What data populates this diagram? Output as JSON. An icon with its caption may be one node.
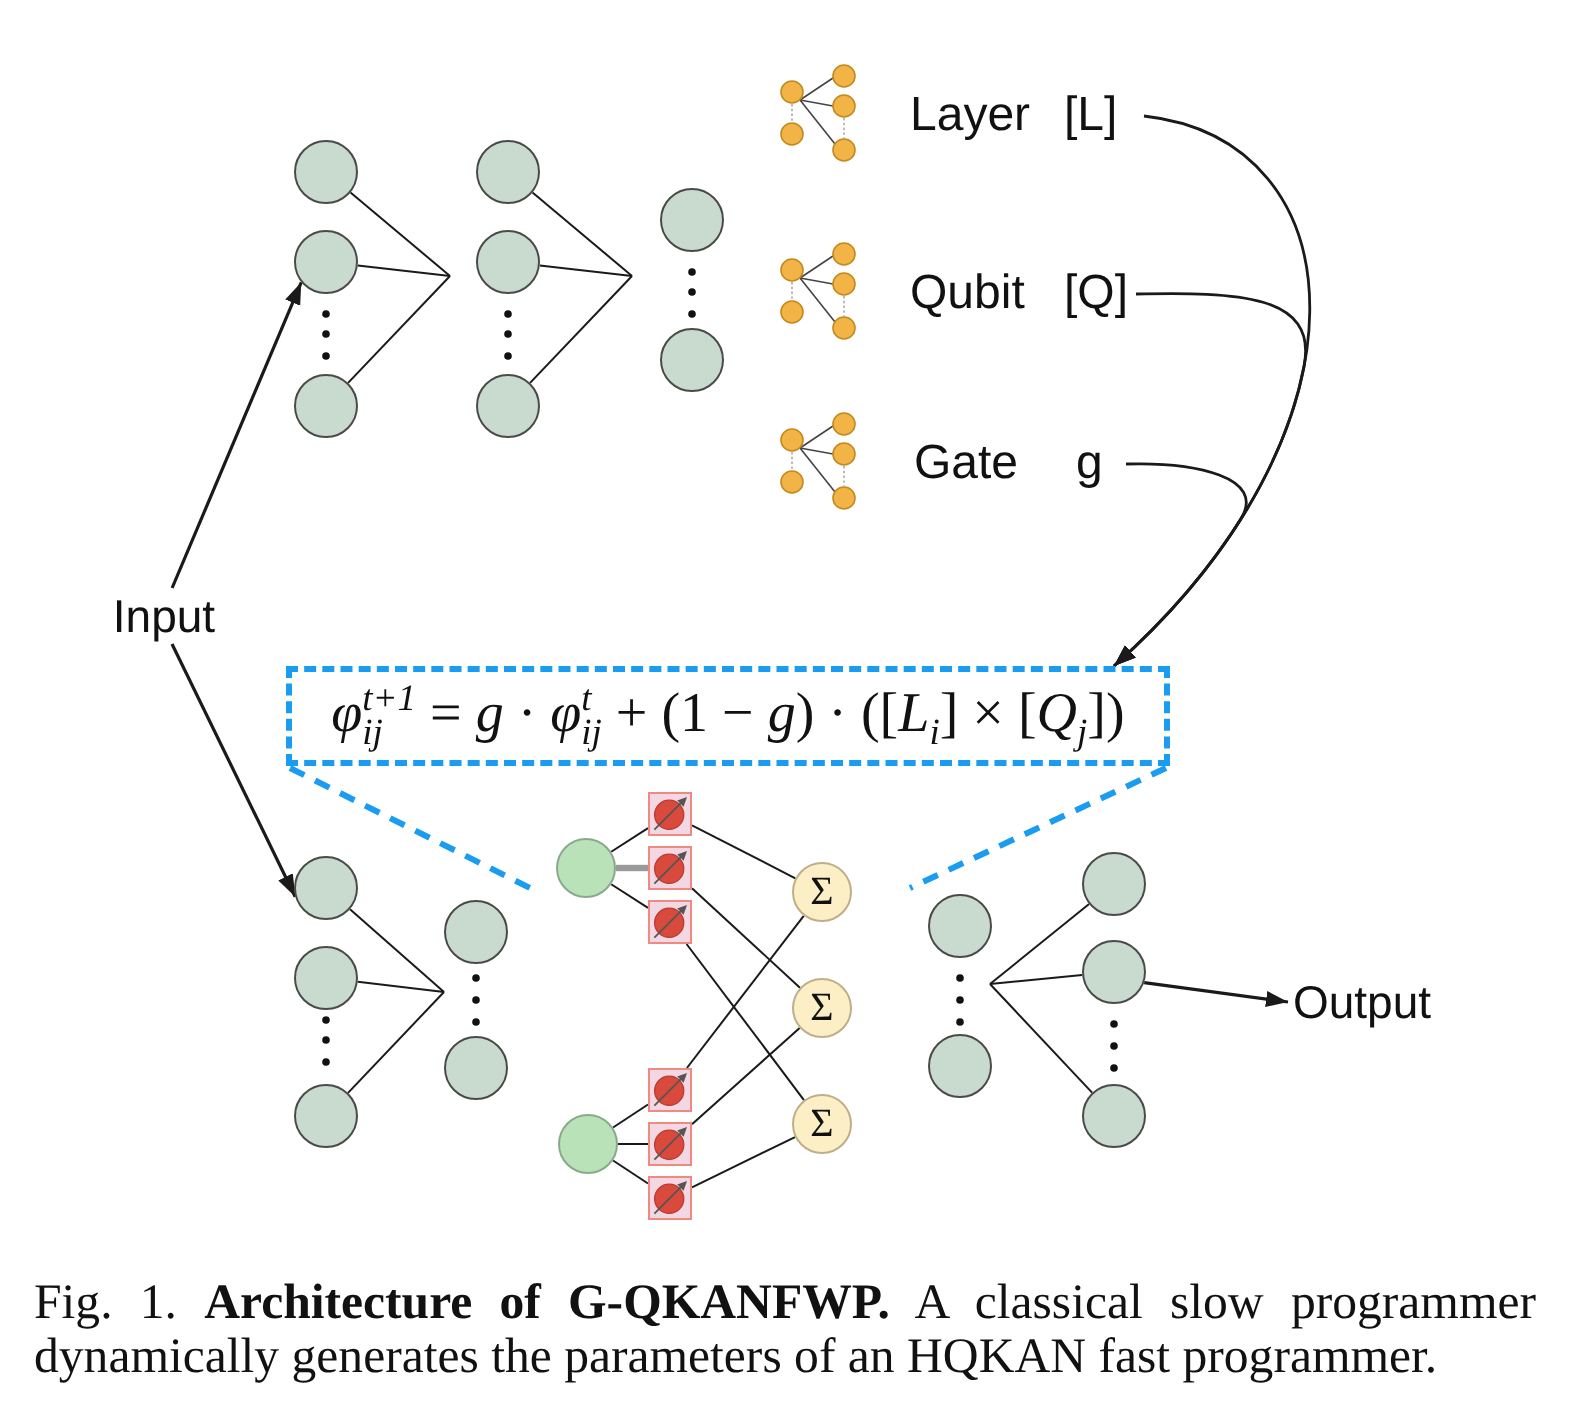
{
  "diagram": {
    "caption": "Fig. 1. **Architecture of G-QKANFWP.** A classical slow programmer dynamically generates the parameters of an HQKAN fast programmer.",
    "nodes": [
      {
        "text": [],
        "shape": "circle"
      },
      {
        "text": [],
        "shape": "circle"
      },
      {
        "text": [],
        "shape": "circle"
      },
      {
        "text": [],
        "shape": "circle"
      },
      {
        "text": [],
        "shape": "circle"
      },
      {
        "text": [],
        "shape": "circle"
      },
      {
        "text": [],
        "shape": "circle"
      },
      {
        "text": [],
        "shape": "circle"
      },
      {
        "text": [
          "Layer",
          "[L]"
        ]
      },
      {
        "text": [
          "Qubit",
          "[Q]"
        ]
      },
      {
        "text": [
          "Gate",
          "g"
        ]
      },
      {
        "text": [
          "Input"
        ]
      },
      {
        "text": [
          "*φ*$_{ij}$$^{t+1}$ = *g* · *φ*$_{ij}$$^{t}$ + (1 − *g*) · ([*L*$_{i}$] × [*Q*$_{j}$])"
        ]
      },
      {
        "text": [],
        "shape": "circle"
      },
      {
        "text": [],
        "shape": "circle"
      },
      {
        "text": [],
        "shape": "circle"
      },
      {
        "text": [],
        "shape": "circle"
      },
      {
        "text": [],
        "shape": "circle"
      },
      {
        "text": [],
        "shape": "circle"
      },
      {
        "text": [],
        "shape": "circle"
      },
      {
        "text": [],
        "shape": "box"
      },
      {
        "text": [],
        "shape": "box"
      },
      {
        "text": [],
        "shape": "box"
      },
      {
        "text": [],
        "shape": "box"
      },
      {
        "text": [],
        "shape": "box"
      },
      {
        "text": [],
        "shape": "box"
      },
      {
        "text": [
          "Σ"
        ]
      },
      {
        "text": [
          "Σ"
        ]
      },
      {
        "text": [
          "Σ"
        ]
      },
      {
        "text": [],
        "shape": "circle"
      },
      {
        "text": [],
        "shape": "circle"
      },
      {
        "text": [],
        "shape": "circle"
      },
      {
        "text": [],
        "shape": "circle"
      },
      {
        "text": [],
        "shape": "circle"
      },
      {
        "text": [
          "Output"
        ]
      }
    ],
    "edges": [
      {
        "from": 0,
        "to": null,
        "arrow": "none"
      },
      {
        "from": 1,
        "to": null,
        "arrow": "none"
      },
      {
        "from": 2,
        "to": null,
        "arrow": "none"
      },
      {
        "from": 3,
        "to": null,
        "arrow": "none"
      },
      {
        "from": 4,
        "to": null,
        "arrow": "none"
      },
      {
        "from": 5,
        "to": null,
        "arrow": "none"
      },
      {
        "from": 8,
        "to": 12,
        "arrow": "to"
      },
      {
        "from": 9,
        "to": 12,
        "arrow": "to"
      },
      {
        "from": 10,
        "to": 12,
        "arrow": "to"
      },
      {
        "from": 11,
        "to": 1,
        "arrow": "to"
      },
      {
        "from": 11,
        "to": 13,
        "arrow": "to"
      },
      {
        "from": 13,
        "to": null,
        "arrow": "none"
      },
      {
        "from": 14,
        "to": null,
        "arrow": "none"
      },
      {
        "from": 15,
        "to": null,
        "arrow": "none"
      },
      {
        "from": 18,
        "to": 20,
        "arrow": "none"
      },
      {
        "from": 18,
        "to": 21,
        "arrow": "none",
        "style": "thick",
        "color": "#9a9a9a"
      },
      {
        "from": 18,
        "to": 22,
        "arrow": "none"
      },
      {
        "from": 19,
        "to": 23,
        "arrow": "none"
      },
      {
        "from": 19,
        "to": 24,
        "arrow": "none"
      },
      {
        "from": 19,
        "to": 25,
        "arrow": "none"
      },
      {
        "from": 20,
        "to": 26,
        "arrow": "none"
      },
      {
        "from": 21,
        "to": 27,
        "arrow": "none"
      },
      {
        "from": 22,
        "to": 28,
        "arrow": "none"
      },
      {
        "from": 23,
        "to": 26,
        "arrow": "none"
      },
      {
        "from": 24,
        "to": 27,
        "arrow": "none"
      },
      {
        "from": 25,
        "to": 28,
        "arrow": "none"
      },
      {
        "from": null,
        "to": 31,
        "arrow": "none"
      },
      {
        "from": null,
        "to": 32,
        "arrow": "none"
      },
      {
        "from": null,
        "to": 33,
        "arrow": "none"
      },
      {
        "from": 32,
        "to": 34,
        "arrow": "to"
      }
    ]
  }
}
